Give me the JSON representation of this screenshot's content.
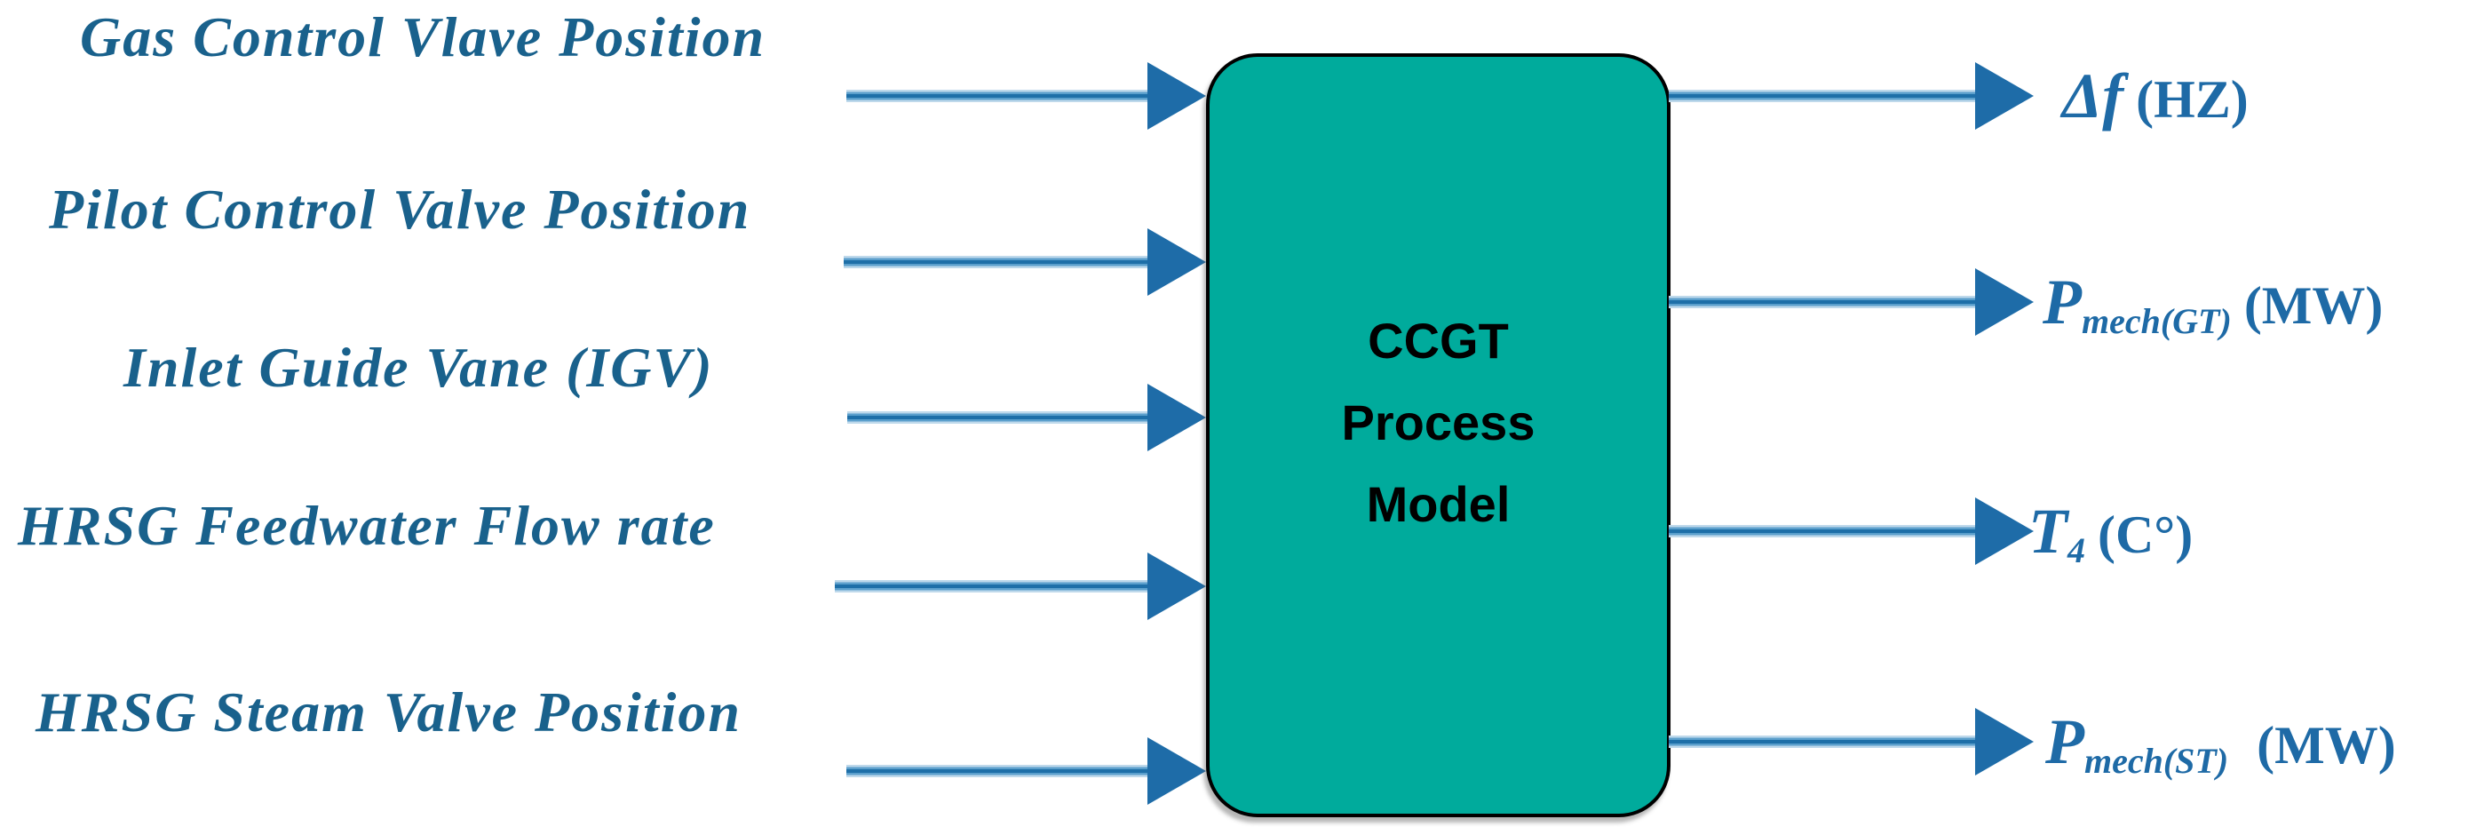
{
  "diagram": {
    "block": {
      "title_lines": [
        "CCGT",
        "Process",
        "Model"
      ]
    },
    "inputs": [
      {
        "label": "Gas Control Vlave Position"
      },
      {
        "label": "Pilot Control Valve Position"
      },
      {
        "label": "Inlet Guide Vane (IGV)"
      },
      {
        "label": "HRSG Feedwater Flow rate"
      },
      {
        "label": "HRSG Steam Valve Position"
      }
    ],
    "outputs": [
      {
        "var": "Δf",
        "sub": "",
        "unit": "(HZ)"
      },
      {
        "var": "P",
        "sub": "mech(GT)",
        "unit": "(MW)"
      },
      {
        "var": "T",
        "sub": "4",
        "unit": "(C°)"
      },
      {
        "var": "P",
        "sub": "mech(ST)",
        "unit": "(MW)"
      }
    ],
    "colors": {
      "block_fill": "#00AB9C",
      "block_border": "#000000",
      "block_text": "#000000",
      "input_label_text": "#19618C",
      "output_label_text": "#1E6AA6",
      "arrow": "#1E6CA8"
    }
  }
}
